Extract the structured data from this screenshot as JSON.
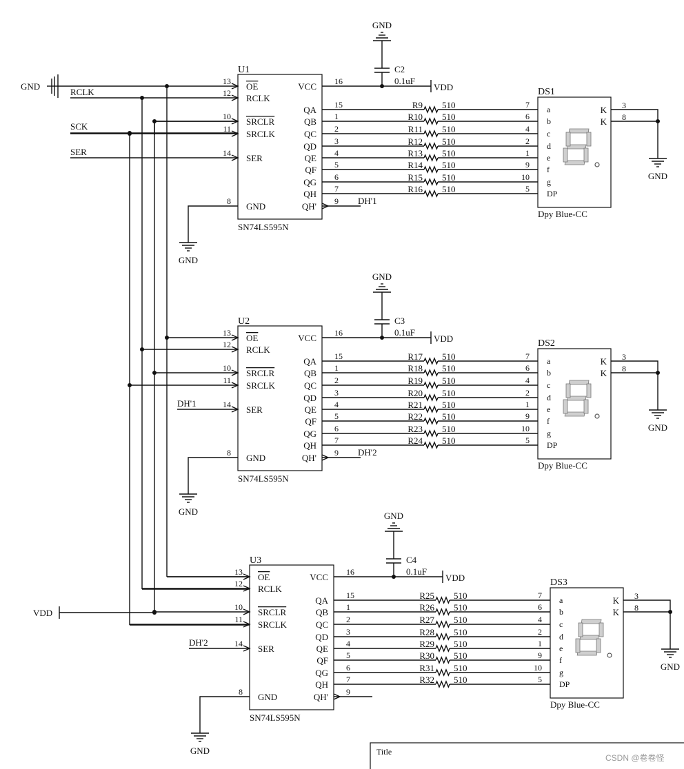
{
  "net_labels": {
    "gnd": "GND",
    "rclk": "RCLK",
    "sck": "SCK",
    "ser": "SER",
    "vdd": "VDD",
    "dh1": "DH'1",
    "dh2": "DH'2"
  },
  "chip": {
    "part": "SN74LS595N",
    "pins_left": [
      {
        "num": "13",
        "name": "OE",
        "overbar": true
      },
      {
        "num": "12",
        "name": "RCLK",
        "overbar": false
      },
      {
        "num": "10",
        "name": "SRCLR",
        "overbar": true
      },
      {
        "num": "11",
        "name": "SRCLK",
        "overbar": false
      },
      {
        "num": "14",
        "name": "SER",
        "overbar": false
      },
      {
        "num": "8",
        "name": "GND",
        "overbar": false
      }
    ],
    "vcc": {
      "num": "16",
      "name": "VCC"
    },
    "outputs": [
      {
        "num": "15",
        "name": "QA"
      },
      {
        "num": "1",
        "name": "QB"
      },
      {
        "num": "2",
        "name": "QC"
      },
      {
        "num": "3",
        "name": "QD"
      },
      {
        "num": "4",
        "name": "QE"
      },
      {
        "num": "5",
        "name": "QF"
      },
      {
        "num": "6",
        "name": "QG"
      },
      {
        "num": "7",
        "name": "QH"
      }
    ],
    "qh_prime": {
      "num": "9",
      "name": "QH'"
    }
  },
  "resistor_value": "510",
  "display": {
    "part": "Dpy Blue-CC",
    "pins": [
      {
        "num": "7",
        "name": "a"
      },
      {
        "num": "6",
        "name": "b"
      },
      {
        "num": "4",
        "name": "c"
      },
      {
        "num": "2",
        "name": "d"
      },
      {
        "num": "1",
        "name": "e"
      },
      {
        "num": "9",
        "name": "f"
      },
      {
        "num": "10",
        "name": "g"
      },
      {
        "num": "5",
        "name": "DP"
      }
    ],
    "k_pins": [
      {
        "num": "3",
        "name": "K"
      },
      {
        "num": "8",
        "name": "K"
      }
    ]
  },
  "stages": [
    {
      "chip_ref": "U1",
      "display_ref": "DS1",
      "cap_ref": "C2",
      "cap_value": "0.1uF",
      "resistors": [
        "R9",
        "R10",
        "R11",
        "R12",
        "R13",
        "R14",
        "R15",
        "R16"
      ],
      "ser_net": "SER",
      "out_net": "DH'1"
    },
    {
      "chip_ref": "U2",
      "display_ref": "DS2",
      "cap_ref": "C3",
      "cap_value": "0.1uF",
      "resistors": [
        "R17",
        "R18",
        "R19",
        "R20",
        "R21",
        "R22",
        "R23",
        "R24"
      ],
      "ser_net": "DH'1",
      "out_net": "DH'2"
    },
    {
      "chip_ref": "U3",
      "display_ref": "DS3",
      "cap_ref": "C4",
      "cap_value": "0.1uF",
      "resistors": [
        "R25",
        "R26",
        "R27",
        "R28",
        "R29",
        "R30",
        "R31",
        "R32"
      ],
      "ser_net": "DH'2",
      "out_net": ""
    }
  ],
  "title_block": {
    "title_label": "Title"
  },
  "watermark": "CSDN @卷卷怪"
}
